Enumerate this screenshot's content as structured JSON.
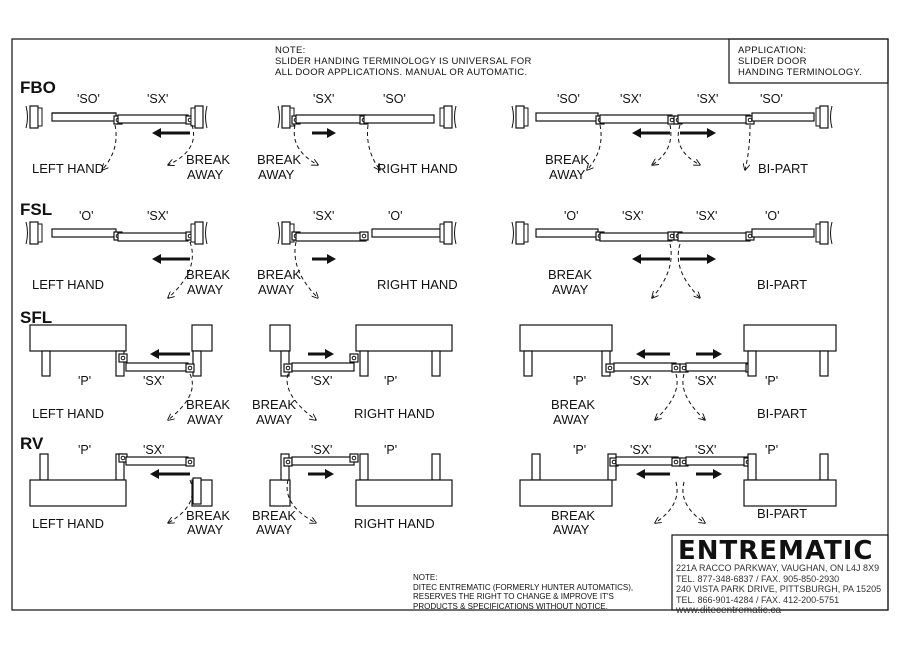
{
  "note": {
    "title": "NOTE:",
    "line1": "SLIDER HANDING TERMINOLOGY IS UNIVERSAL FOR",
    "line2": "ALL DOOR APPLICATIONS. MANUAL OR AUTOMATIC."
  },
  "application": {
    "title": "APPLICATION:",
    "line1": "SLIDER DOOR",
    "line2": "HANDING TERMINOLOGY."
  },
  "rows": {
    "fbo": "FBO",
    "fsl": "FSL",
    "sfl": "SFL",
    "rv": "RV"
  },
  "labels": {
    "so": "'SO'",
    "sx": "'SX'",
    "o": "'O'",
    "p": "'P'",
    "left_hand": "LEFT HAND",
    "right_hand": "RIGHT HAND",
    "bi_part": "BI-PART",
    "break": "BREAK",
    "away": "AWAY"
  },
  "company": {
    "logo": "ENTREMATIC",
    "address": "221A RACCO PARKWAY, VAUGHAN, ON L4J 8X9",
    "phone1": "TEL. 877-348-6837 / FAX. 905-850-2930",
    "address2": "240 VISTA PARK DRIVE, PITTSBURGH, PA 15205",
    "phone2": "TEL. 866-901-4284 / FAX. 412-200-5751",
    "web": "www.ditecentrematic.ca"
  },
  "footer_note": {
    "title": "NOTE:",
    "line1": "DITEC ENTREMATIC (FORMERLY HUNTER AUTOMATICS),",
    "line2": "RESERVES THE RIGHT  TO CHANGE & IMPROVE IT'S",
    "line3": "PRODUCTS & SPECIFICATIONS WITHOUT NOTICE."
  }
}
